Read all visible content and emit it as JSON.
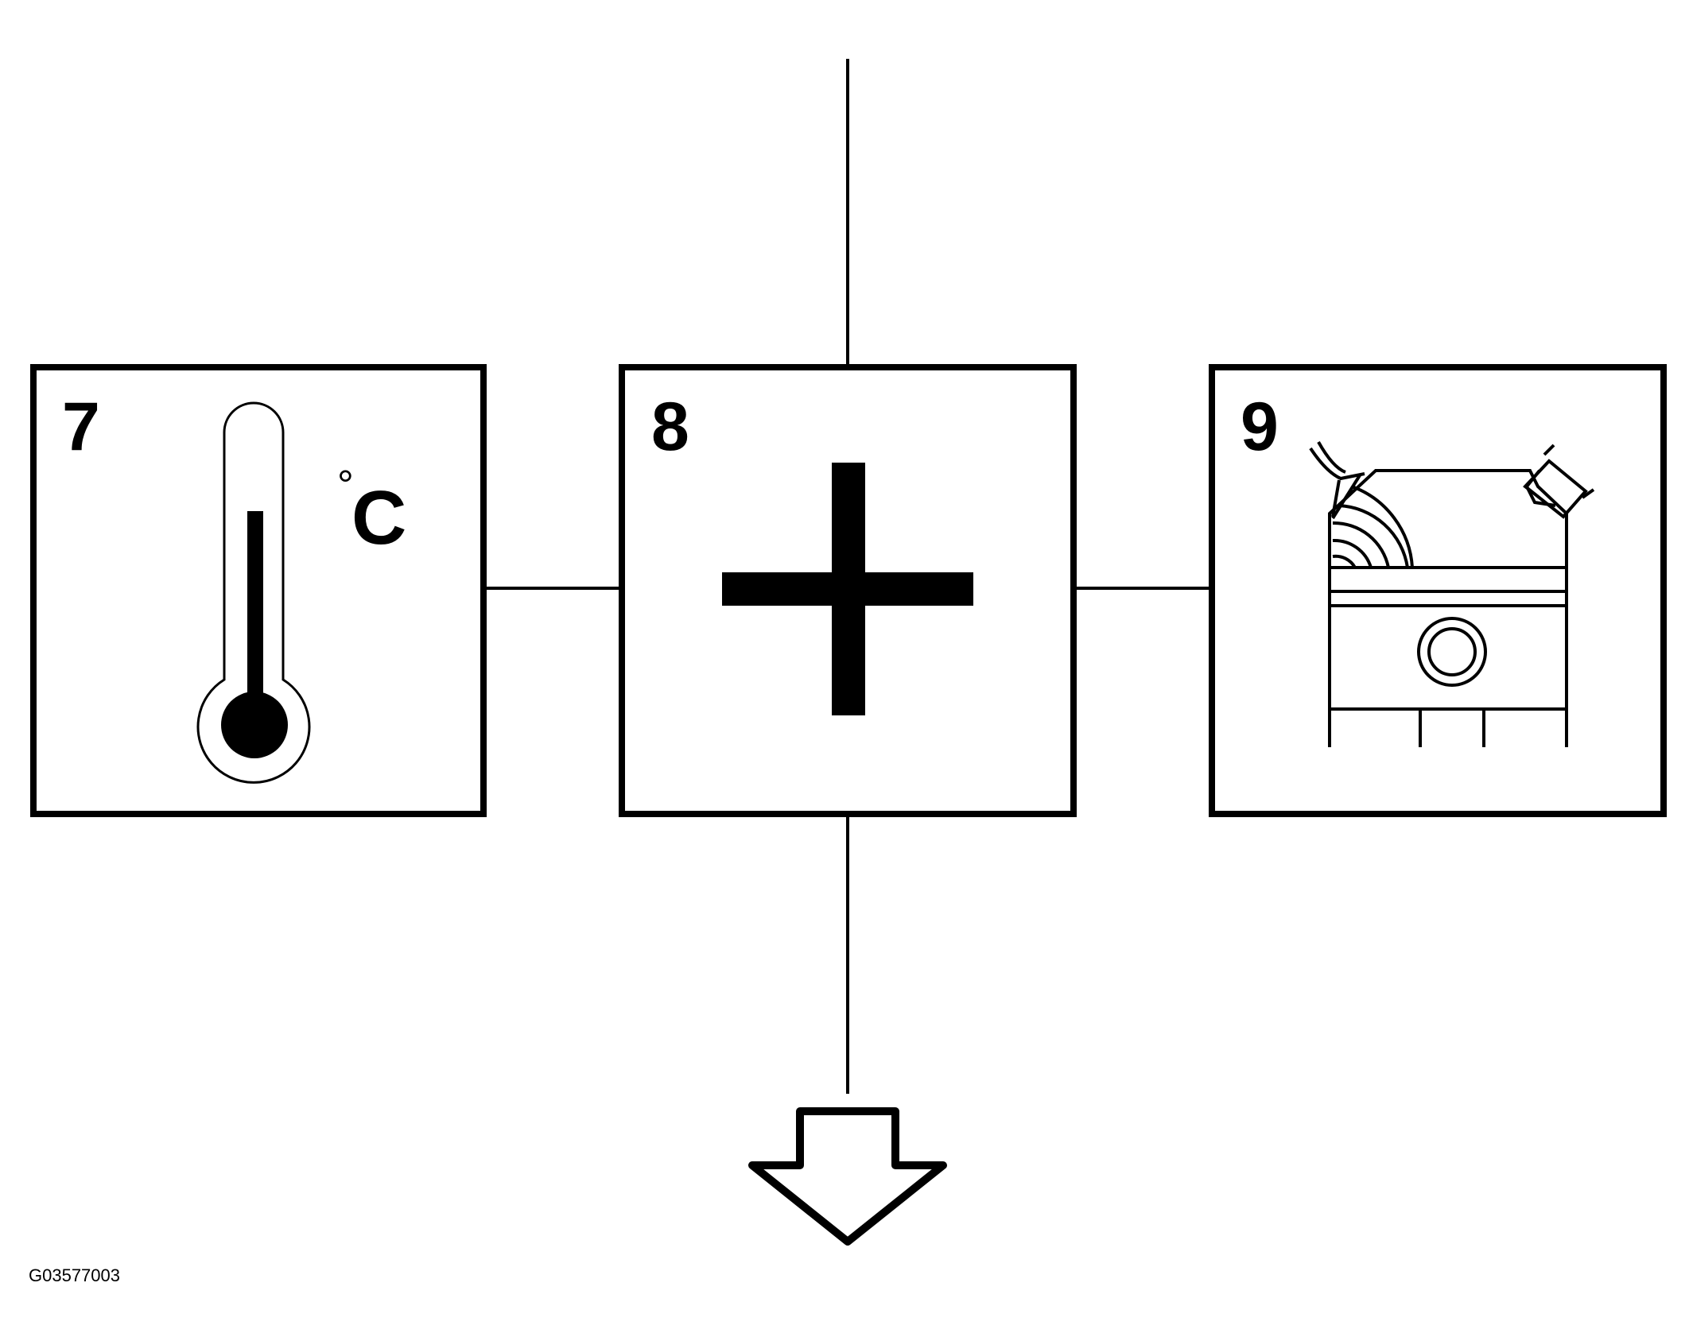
{
  "diagram": {
    "panels": [
      {
        "number": "7",
        "icon": "thermometer-icon",
        "unit_degree": "°",
        "unit_letter": "C"
      },
      {
        "number": "8",
        "icon": "plus-icon"
      },
      {
        "number": "9",
        "icon": "engine-cylinder-icon"
      }
    ],
    "connectors": [
      "top-line",
      "left-line",
      "right-line",
      "bottom-line"
    ],
    "output_arrow": "down-arrow-icon",
    "figure_id": "G03577003",
    "colors": {
      "stroke": "#000000",
      "background": "#ffffff"
    }
  }
}
